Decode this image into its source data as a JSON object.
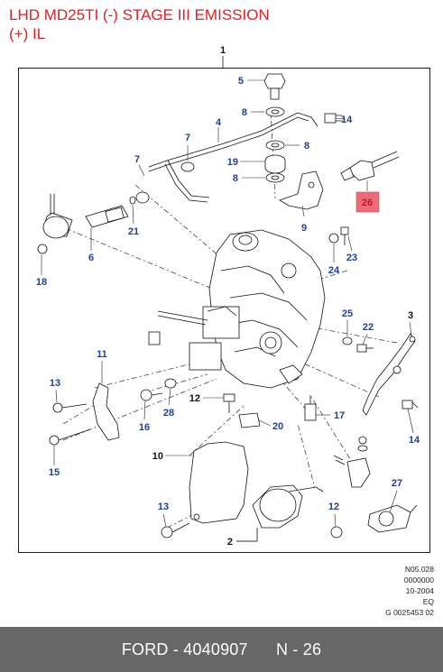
{
  "title_line1": "LHD MD25TI (-) STAGE III EMISSION",
  "title_line2": "(+) IL",
  "callouts": {
    "c1": "1",
    "c2": "2",
    "c3": "3",
    "c4": "4",
    "c5": "5",
    "c6": "6",
    "c7a": "7",
    "c7b": "7",
    "c8a": "8",
    "c8b": "8",
    "c8c": "8",
    "c9": "9",
    "c10": "10",
    "c11": "11",
    "c12a": "12",
    "c12b": "12",
    "c13a": "13",
    "c13b": "13",
    "c14a": "14",
    "c14b": "14",
    "c15": "15",
    "c16": "16",
    "c17": "17",
    "c18": "18",
    "c19": "19",
    "c20": "20",
    "c21": "21",
    "c22": "22",
    "c23": "23",
    "c24": "24",
    "c25": "25",
    "c26": "26",
    "c27": "27",
    "c28": "28"
  },
  "highlight_color": "#ef6b7a",
  "meta": {
    "line1": "N05.028",
    "line2": "0000000",
    "line3": "10-2004",
    "line4": "EQ",
    "line5": "G 0025453 02"
  },
  "footer": {
    "brand": "FORD",
    "part_number": "4040907",
    "page_ref": "N - 26"
  }
}
